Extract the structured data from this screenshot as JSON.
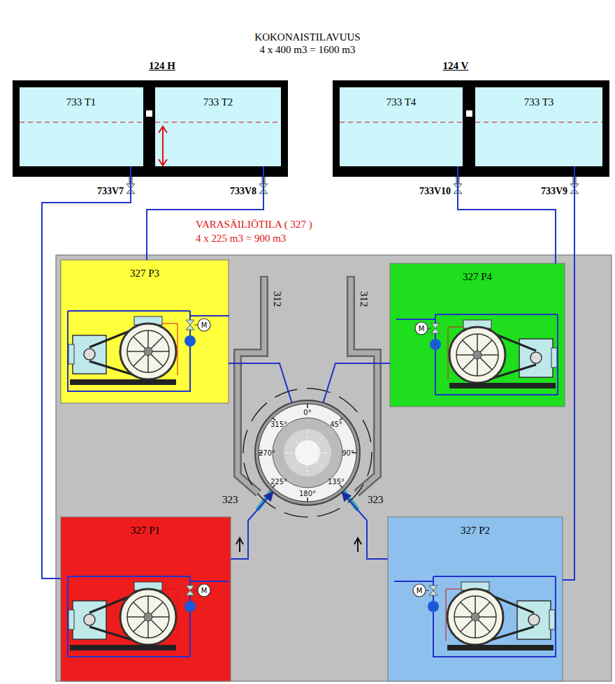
{
  "diagram": {
    "title": "KOKONAISTILAVUUS",
    "nodes": [
      {
        "text": [
          "124 H"
        ]
      },
      {
        "text": [
          "733 T1"
        ],
        "in": 0
      },
      {
        "text": [
          "733 T2"
        ],
        "in": 0
      },
      {
        "text": [
          "124 V"
        ]
      },
      {
        "text": [
          "733 T4"
        ],
        "in": 3
      },
      {
        "text": [
          "733 T3"
        ],
        "in": 3
      },
      {
        "text": [
          "VARASÄILIÖTILA ( 327 )",
          "4 x 225 m3 = 900 m3"
        ]
      },
      {
        "text": [
          "327 P3"
        ],
        "in": 6
      },
      {
        "text": [
          "327 P4"
        ],
        "in": 6
      },
      {
        "text": [
          "0°",
          "45°",
          "90°",
          "135°",
          "180°",
          "225°",
          "270°",
          "315°"
        ],
        "in": 6
      },
      {
        "text": [
          "327 P1"
        ],
        "in": 6
      },
      {
        "text": [
          "327 P2"
        ],
        "in": 6
      }
    ],
    "edges": [
      {
        "from": 10,
        "to": 1,
        "arrow": "none"
      },
      {
        "from": 7,
        "to": 2,
        "arrow": "none"
      },
      {
        "from": 8,
        "to": 4,
        "arrow": "none"
      },
      {
        "from": 11,
        "to": 5,
        "arrow": "none"
      },
      {
        "from": 7,
        "to": 9,
        "arrow": "none"
      },
      {
        "from": 8,
        "to": 9,
        "arrow": "none"
      },
      {
        "from": 10,
        "to": 9,
        "arrow": "to"
      },
      {
        "from": 11,
        "to": 9,
        "arrow": "to"
      }
    ],
    "labels": [
      "4 x 400 m3 = 1600 m3",
      "733V7",
      "733V8",
      "733V10",
      "733V9",
      "312",
      "312",
      "M",
      "M",
      "323",
      "323",
      "M",
      "M"
    ]
  }
}
